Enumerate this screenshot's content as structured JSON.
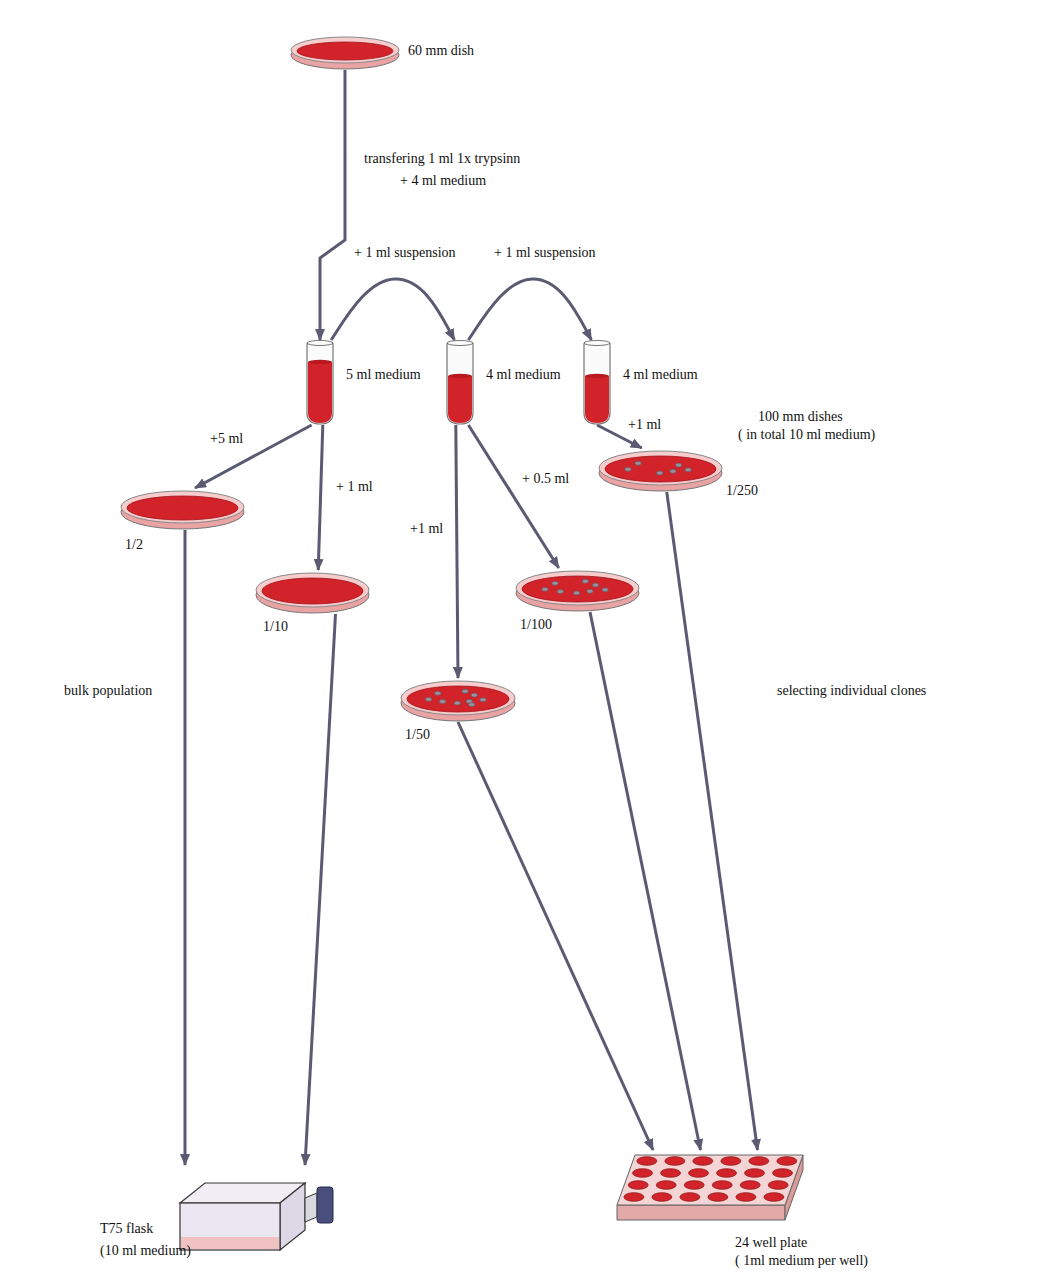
{
  "diagram": {
    "nodes": [
      {
        "text": [
          "60 mm dish"
        ]
      },
      {
        "text": [
          "5 ml medium"
        ]
      },
      {
        "text": [
          "4 ml medium"
        ]
      },
      {
        "text": [
          "4 ml medium"
        ]
      },
      {
        "text": [
          "1/2"
        ]
      },
      {
        "text": [
          "1/10"
        ]
      },
      {
        "text": [
          "1/50"
        ]
      },
      {
        "text": [
          "1/100"
        ]
      },
      {
        "text": [
          "1/250",
          "100 mm dishes",
          "( in total 10 ml medium)"
        ]
      },
      {
        "text": [
          "T75 flask",
          "(10 ml medium)"
        ]
      },
      {
        "text": [
          "24 well plate",
          "( 1ml medium per well)"
        ]
      }
    ],
    "edges": [
      {
        "from": 0,
        "to": 1,
        "label": "transfering 1 ml 1x trypsinn",
        "arrow": "to"
      },
      {
        "from": 1,
        "to": 2,
        "label": "+ 1 ml suspension",
        "arrow": "to"
      },
      {
        "from": 2,
        "to": 3,
        "label": "+ 1 ml suspension",
        "arrow": "to"
      },
      {
        "from": 1,
        "to": 4,
        "label": "+5 ml",
        "arrow": "to"
      },
      {
        "from": 1,
        "to": 5,
        "label": "+ 1 ml",
        "arrow": "to"
      },
      {
        "from": 2,
        "to": 6,
        "label": "+1 ml",
        "arrow": "to"
      },
      {
        "from": 2,
        "to": 7,
        "label": "+ 0.5 ml",
        "arrow": "to"
      },
      {
        "from": 3,
        "to": 8,
        "label": "+1 ml",
        "arrow": "to"
      },
      {
        "from": 4,
        "to": 9,
        "arrow": "to"
      },
      {
        "from": 5,
        "to": 9,
        "arrow": "to"
      },
      {
        "from": 6,
        "to": 10,
        "arrow": "to"
      },
      {
        "from": 7,
        "to": 10,
        "arrow": "to"
      },
      {
        "from": 8,
        "to": 10,
        "arrow": "to"
      }
    ],
    "labels": [
      "+ 4 ml medium",
      "bulk population",
      "selecting individual clones"
    ]
  }
}
